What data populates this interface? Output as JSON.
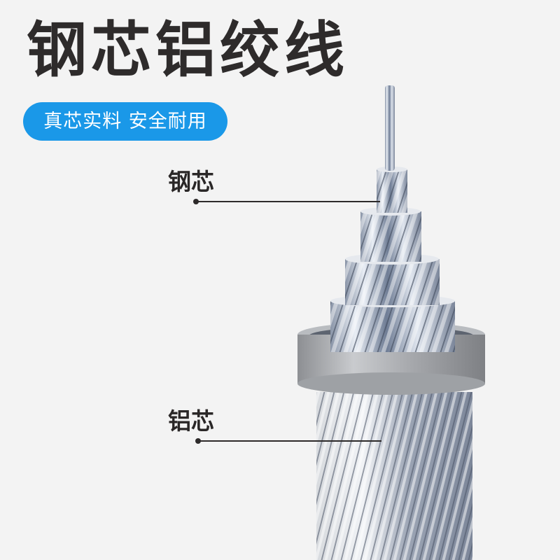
{
  "title": "钢芯铝绞线",
  "badge": {
    "text": "真芯实料  安全耐用",
    "color": "#1a98e8"
  },
  "callouts": [
    {
      "label": "钢芯"
    },
    {
      "label": "铝芯"
    }
  ],
  "colors": {
    "background": "#f3f3f3",
    "text": "#2e2b2b"
  },
  "illustration": {
    "subject": "aluminum-conductor-steel-reinforced-cable"
  }
}
